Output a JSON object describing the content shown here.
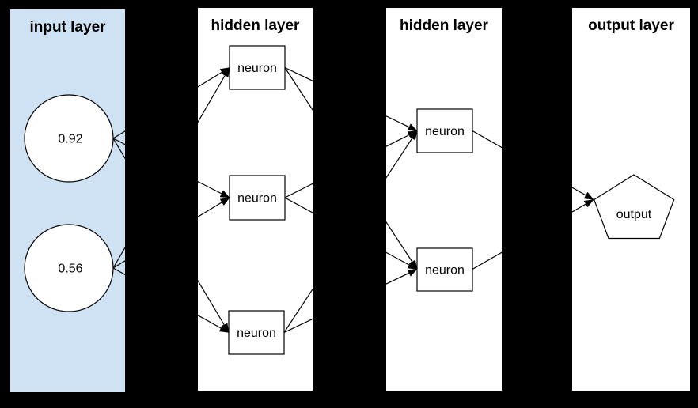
{
  "colors": {
    "background": "#000000",
    "input_panel_fill": "#cfe2f3",
    "panel_fill": "#ffffff",
    "node_fill": "#ffffff",
    "line_color": "#000000",
    "text_color": "#000000"
  },
  "layers": [
    {
      "title": "input layer",
      "type": "input",
      "nodes": [
        {
          "label": "0.92",
          "shape": "circle"
        },
        {
          "label": "0.56",
          "shape": "circle"
        }
      ]
    },
    {
      "title": "hidden layer",
      "type": "hidden",
      "nodes": [
        {
          "label": "neuron",
          "shape": "rectangle"
        },
        {
          "label": "neuron",
          "shape": "rectangle"
        },
        {
          "label": "neuron",
          "shape": "rectangle"
        }
      ]
    },
    {
      "title": "hidden layer",
      "type": "hidden",
      "nodes": [
        {
          "label": "neuron",
          "shape": "rectangle"
        },
        {
          "label": "neuron",
          "shape": "rectangle"
        }
      ]
    },
    {
      "title": "output layer",
      "type": "output",
      "nodes": [
        {
          "label": "output",
          "shape": "pentagon"
        }
      ]
    }
  ],
  "connections": [
    {
      "from": "input-node-1",
      "to": "hidden1-neuron-1"
    },
    {
      "from": "input-node-1",
      "to": "hidden1-neuron-2"
    },
    {
      "from": "input-node-1",
      "to": "hidden1-neuron-3"
    },
    {
      "from": "input-node-2",
      "to": "hidden1-neuron-1"
    },
    {
      "from": "input-node-2",
      "to": "hidden1-neuron-2"
    },
    {
      "from": "input-node-2",
      "to": "hidden1-neuron-3"
    },
    {
      "from": "hidden1-neuron-1",
      "to": "hidden2-neuron-1"
    },
    {
      "from": "hidden1-neuron-1",
      "to": "hidden2-neuron-2"
    },
    {
      "from": "hidden1-neuron-2",
      "to": "hidden2-neuron-1"
    },
    {
      "from": "hidden1-neuron-2",
      "to": "hidden2-neuron-2"
    },
    {
      "from": "hidden1-neuron-3",
      "to": "hidden2-neuron-1"
    },
    {
      "from": "hidden1-neuron-3",
      "to": "hidden2-neuron-2"
    },
    {
      "from": "hidden2-neuron-1",
      "to": "output-node"
    },
    {
      "from": "hidden2-neuron-2",
      "to": "output-node"
    }
  ]
}
